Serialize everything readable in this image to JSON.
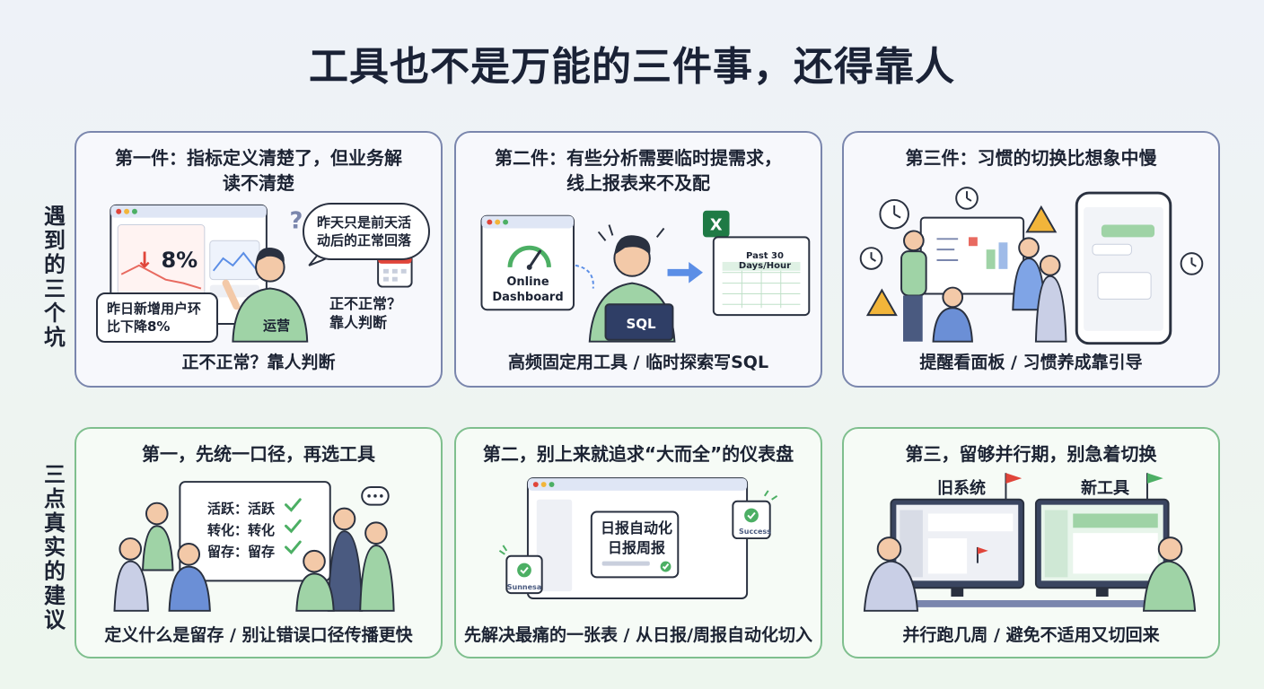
{
  "title": "工具也不是万能的三件事，还得靠人",
  "side_labels": {
    "top": "遇到的三个坑",
    "bottom": "三点真实的建议"
  },
  "pitfalls": [
    {
      "title": "第一件：指标定义清楚了，但业务解读不清楚",
      "caption": "正不正常？靠人判断",
      "metric_value": "↓ 8%",
      "left_bubble": "昨日新增用户环比下降8%",
      "right_bubble": "昨天只是前天活动后的正常回落",
      "question_text": "正不正常？靠人判断",
      "person_label": "运营"
    },
    {
      "title": "第二件：有些分析需要临时提需求，线上报表来不及配",
      "caption": "高频固定用工具 / 临时探索写SQL",
      "dashboard_label": "Online Dashboard",
      "laptop_label": "SQL",
      "sheet_label": "Past 30 Days/Hour"
    },
    {
      "title": "第三件：习惯的切换比想象中慢",
      "caption": "提醒看面板 / 习惯养成靠引导"
    }
  ],
  "suggestions": [
    {
      "title": "第一，先统一口径，再选工具",
      "caption": "定义什么是留存 / 别让错误口径传播更快",
      "board_lines": [
        "活跃：活跃",
        "转化：转化",
        "留存：留存"
      ]
    },
    {
      "title": "第二，别上来就追求“大而全”的仪表盘",
      "caption": "先解决最痛的一张表 / 从日报/周报自动化切入",
      "card_lines": [
        "日报自动化",
        "日报周报"
      ],
      "badge_left": "Sunnesa",
      "badge_right": "Success"
    },
    {
      "title": "第三，留够并行期，别急着切换",
      "caption": "并行跑几周 / 避免不适用又切回来",
      "old_label": "旧系统",
      "new_label": "新工具"
    }
  ],
  "colors": {
    "row1_border": "#7a86ad",
    "row2_border": "#7fbf8e",
    "accent_blue": "#3f7fe0",
    "accent_green": "#4caf64",
    "alert_red": "#e0453a",
    "shirt_green": "#9fd3a6"
  }
}
